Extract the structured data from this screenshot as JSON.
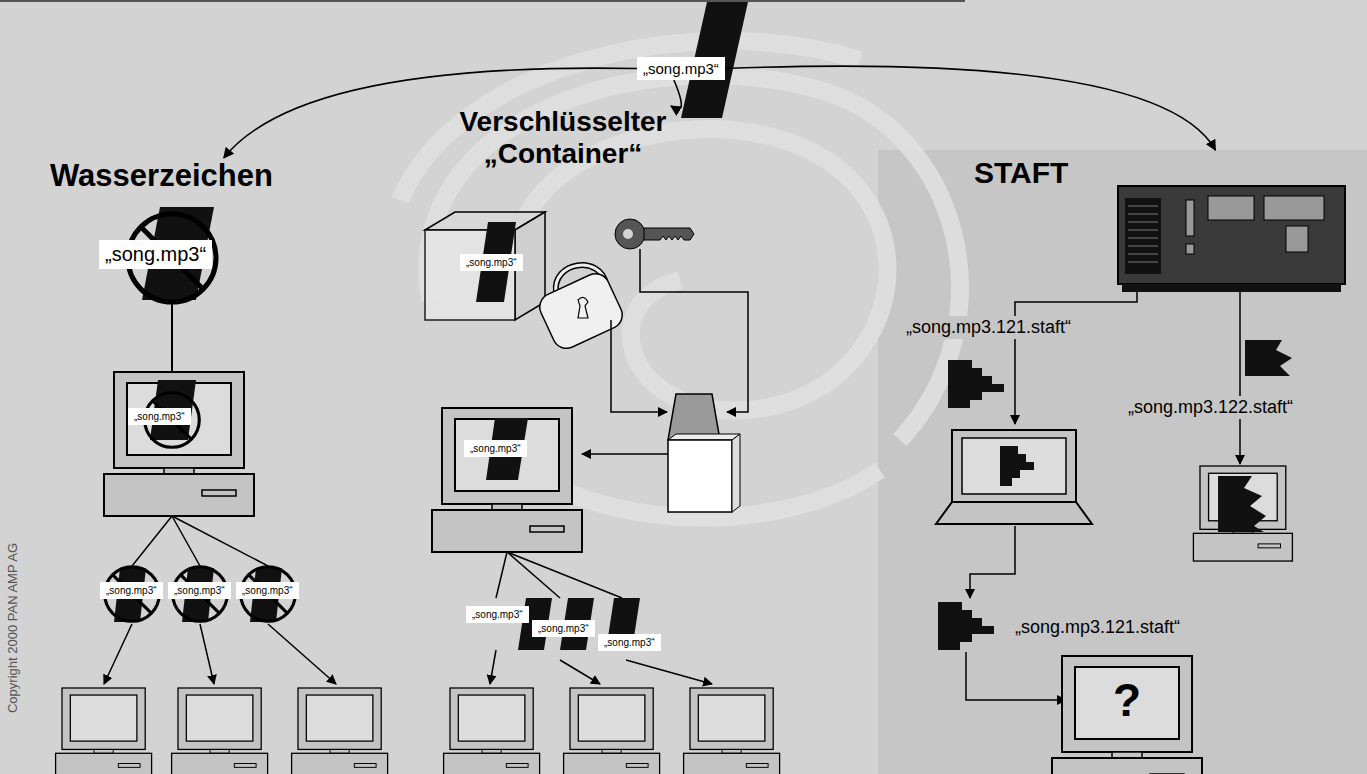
{
  "diagram": {
    "nodes": [
      {
        "text": [
          "„song.mp3“"
        ]
      },
      {
        "text": [
          "Wasserzeichen"
        ]
      },
      {
        "text": [
          "Verschlüsselter „Container“"
        ]
      },
      {
        "text": [
          "STAFT"
        ]
      },
      {
        "text": [
          "„song.mp3“"
        ]
      },
      {
        "text": [
          "„song.mp3“"
        ]
      },
      {
        "text": [
          "„song.mp3“"
        ]
      },
      {
        "text": [
          "„song.mp3“"
        ]
      },
      {
        "text": [
          "„song.mp3“"
        ]
      },
      {
        "text": [
          "„song.mp3“"
        ]
      },
      {
        "text": [
          "„song.mp3“"
        ]
      },
      {
        "text": [
          "„song.mp3“"
        ]
      },
      {
        "text": [
          "„song.mp3“"
        ]
      },
      {
        "text": [
          "„song.mp3“"
        ]
      }
    ],
    "edges": [
      {
        "from": 0,
        "to": 1,
        "arrow": "to"
      },
      {
        "from": 0,
        "to": 2,
        "arrow": "to"
      },
      {
        "from": 0,
        "to": 3,
        "arrow": "to"
      }
    ],
    "labels": [
      "„song.mp3.121.staft“",
      "„song.mp3.122.staft“",
      "„song.mp3.121.staft“",
      "?",
      "Copyright 2000 PAN AMP AG"
    ]
  }
}
